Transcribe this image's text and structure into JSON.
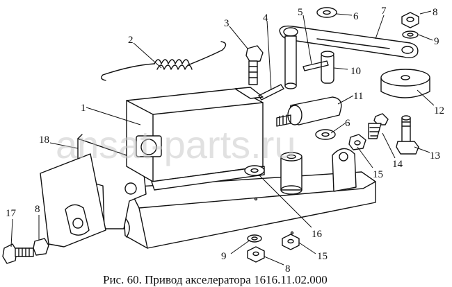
{
  "caption": "Рис. 60. Привод акселератора 1616.11.02.000",
  "watermark": "ansat-parts.ru",
  "callouts": [
    {
      "id": "c1",
      "label": "1"
    },
    {
      "id": "c2",
      "label": "2"
    },
    {
      "id": "c3",
      "label": "3"
    },
    {
      "id": "c4",
      "label": "4"
    },
    {
      "id": "c5",
      "label": "5"
    },
    {
      "id": "c6a",
      "label": "6"
    },
    {
      "id": "c7",
      "label": "7"
    },
    {
      "id": "c8a",
      "label": "8"
    },
    {
      "id": "c9a",
      "label": "9"
    },
    {
      "id": "c10",
      "label": "10"
    },
    {
      "id": "c11",
      "label": "11"
    },
    {
      "id": "c12",
      "label": "12"
    },
    {
      "id": "c6b",
      "label": "6"
    },
    {
      "id": "c14",
      "label": "14"
    },
    {
      "id": "c13",
      "label": "13"
    },
    {
      "id": "c15a",
      "label": "15"
    },
    {
      "id": "c18",
      "label": "18"
    },
    {
      "id": "c16",
      "label": "16"
    },
    {
      "id": "c17",
      "label": "17"
    },
    {
      "id": "c8b",
      "label": "8"
    },
    {
      "id": "c9b",
      "label": "9"
    },
    {
      "id": "c15b",
      "label": "15"
    },
    {
      "id": "c8c",
      "label": "8"
    }
  ]
}
